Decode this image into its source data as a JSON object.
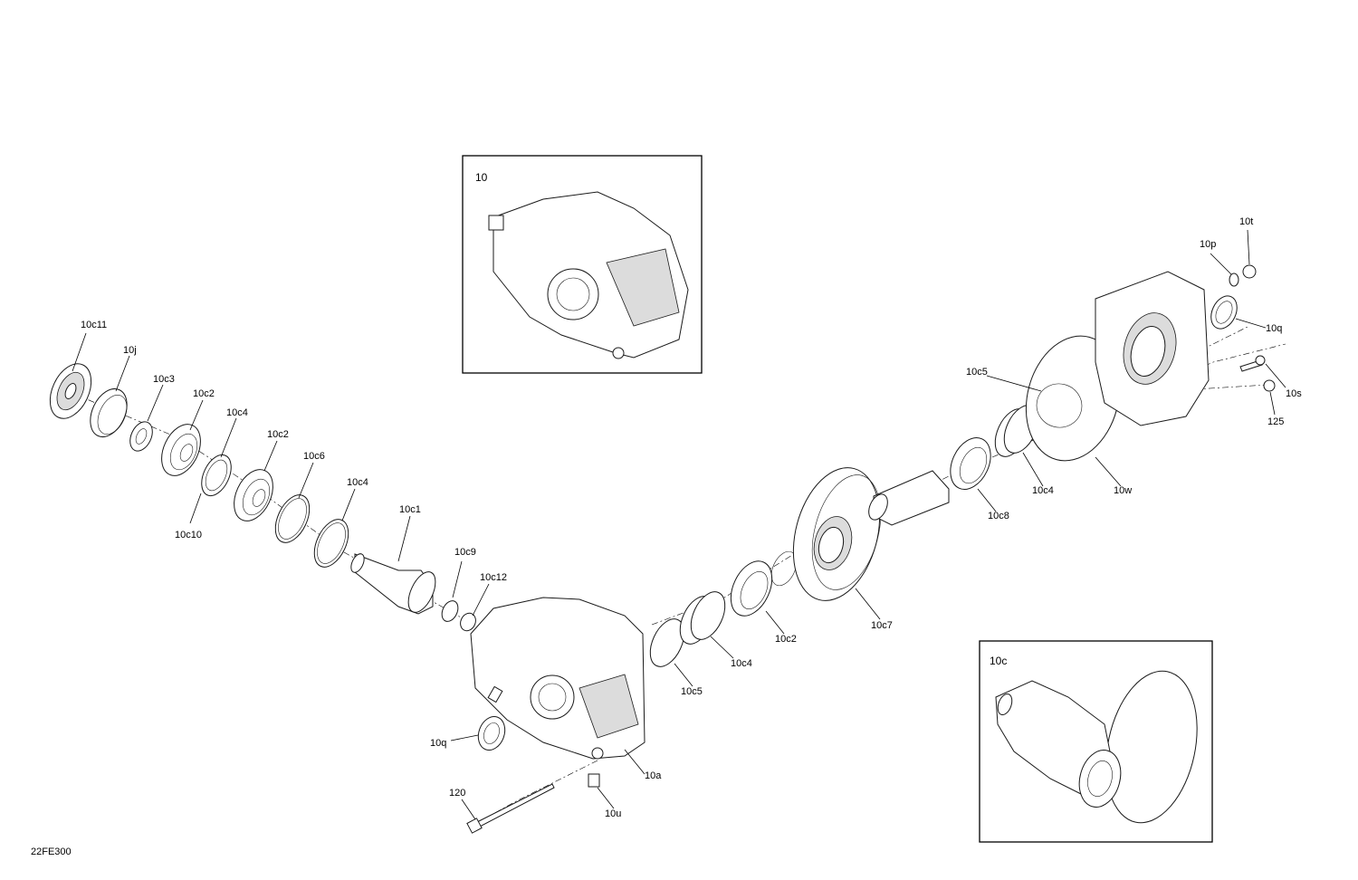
{
  "diagram_code": "22FE300",
  "detail_boxes": [
    {
      "id": "box-10",
      "title": "10"
    },
    {
      "id": "box-10c",
      "title": "10c"
    }
  ],
  "labels": [
    {
      "id": "10c11",
      "text": "10c11"
    },
    {
      "id": "10j",
      "text": "10j"
    },
    {
      "id": "10c3",
      "text": "10c3"
    },
    {
      "id": "10c2a",
      "text": "10c2"
    },
    {
      "id": "10c4a",
      "text": "10c4"
    },
    {
      "id": "10c2b",
      "text": "10c2"
    },
    {
      "id": "10c6",
      "text": "10c6"
    },
    {
      "id": "10c4b",
      "text": "10c4"
    },
    {
      "id": "10c10",
      "text": "10c10"
    },
    {
      "id": "10c1",
      "text": "10c1"
    },
    {
      "id": "10c9",
      "text": "10c9"
    },
    {
      "id": "10c12",
      "text": "10c12"
    },
    {
      "id": "10q-left",
      "text": "10q"
    },
    {
      "id": "120",
      "text": "120"
    },
    {
      "id": "10a",
      "text": "10a"
    },
    {
      "id": "10u",
      "text": "10u"
    },
    {
      "id": "10c5a",
      "text": "10c5"
    },
    {
      "id": "10c4c",
      "text": "10c4"
    },
    {
      "id": "10c2c",
      "text": "10c2"
    },
    {
      "id": "10c7",
      "text": "10c7"
    },
    {
      "id": "10c8",
      "text": "10c8"
    },
    {
      "id": "10c4d",
      "text": "10c4"
    },
    {
      "id": "10w",
      "text": "10w"
    },
    {
      "id": "10c5b",
      "text": "10c5"
    },
    {
      "id": "10t",
      "text": "10t"
    },
    {
      "id": "10p",
      "text": "10p"
    },
    {
      "id": "10q-right",
      "text": "10q"
    },
    {
      "id": "10s",
      "text": "10s"
    },
    {
      "id": "125",
      "text": "125"
    }
  ]
}
